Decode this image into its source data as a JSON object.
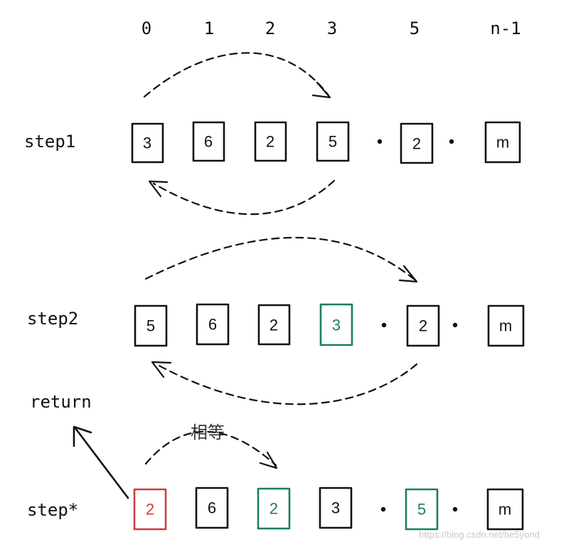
{
  "index_labels": [
    "0",
    "1",
    "2",
    "3",
    "5",
    "n-1"
  ],
  "steps": [
    {
      "label": "step1",
      "cells": [
        "3",
        "6",
        "2",
        "5",
        "2",
        "m"
      ]
    },
    {
      "label": "step2",
      "cells": [
        "5",
        "6",
        "2",
        "3",
        "2",
        "m"
      ]
    },
    {
      "label": "step*",
      "cells": [
        "2",
        "6",
        "2",
        "3",
        "5",
        "m"
      ]
    }
  ],
  "return_label": "return",
  "equal_note": "相等",
  "watermark": "https://blog.csdn.net/be5yond",
  "colors": {
    "default": "#111111",
    "green": "#1a7f5a",
    "red": "#d23b3b"
  }
}
